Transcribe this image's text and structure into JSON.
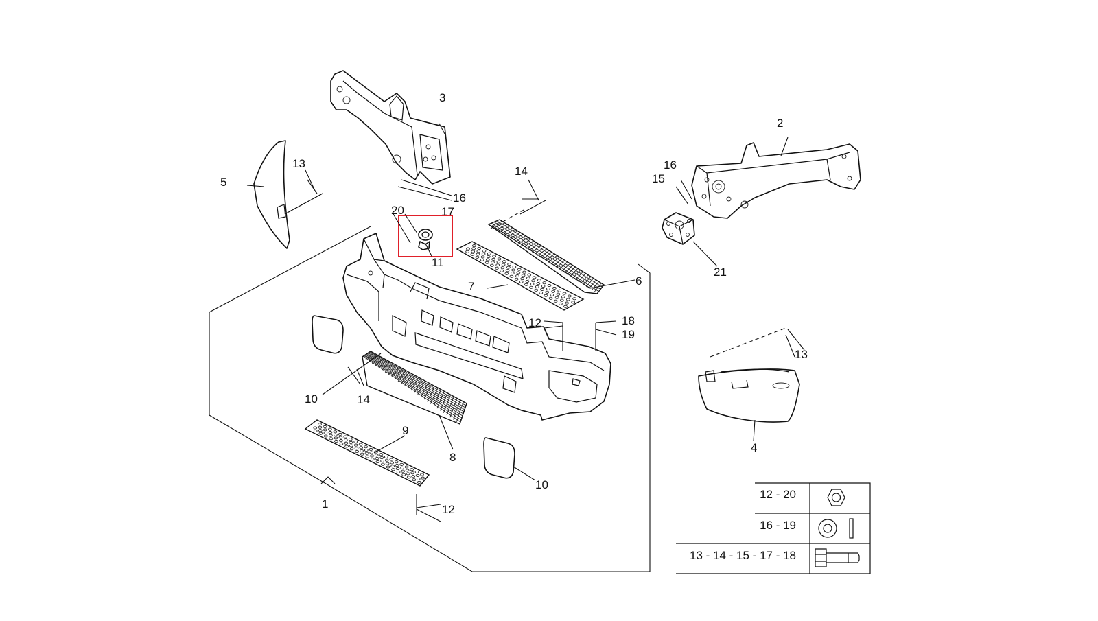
{
  "diagram": {
    "callouts": {
      "c1": "1",
      "c2": "2",
      "c3": "3",
      "c4": "4",
      "c5": "5",
      "c6": "6",
      "c7": "7",
      "c8": "8",
      "c9": "9",
      "c10a": "10",
      "c10b": "10",
      "c11": "11",
      "c12a": "12",
      "c12b": "12",
      "c13a": "13",
      "c13b": "13",
      "c14a": "14",
      "c14b": "14",
      "c15": "15",
      "c16a": "16",
      "c16b": "16",
      "c17": "17",
      "c18": "18",
      "c19": "19",
      "c20": "20",
      "c21": "21"
    },
    "highlight": {
      "target": "11",
      "color": "#e0202a"
    },
    "fastener_table": [
      {
        "range": "12 - 20",
        "icon": "hex-nut-icon"
      },
      {
        "range": "16 - 19",
        "icon": "washer-icon"
      },
      {
        "range": "13 - 14 - 15 - 17 - 18",
        "icon": "bolt-icon"
      }
    ]
  }
}
